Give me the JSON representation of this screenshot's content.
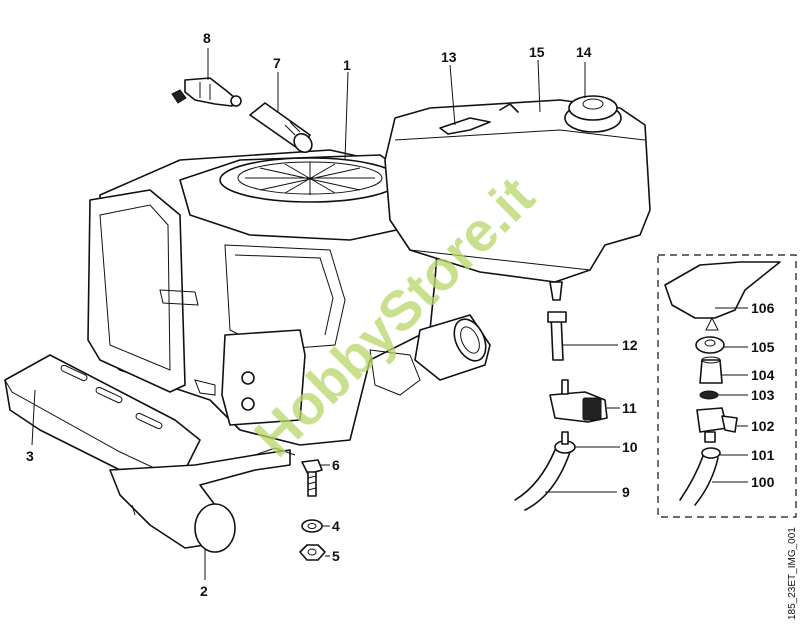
{
  "callouts": {
    "c1": "1",
    "c2": "2",
    "c3": "3",
    "c4": "4",
    "c5": "5",
    "c6": "6",
    "c7": "7",
    "c8": "8",
    "c9": "9",
    "c10": "10",
    "c11": "11",
    "c12": "12",
    "c13": "13",
    "c14": "14",
    "c15": "15",
    "c100": "100",
    "c101": "101",
    "c102": "102",
    "c103": "103",
    "c104": "104",
    "c105": "105",
    "c106": "106"
  },
  "watermark": "HobbyStore.it",
  "reference_code": "185_23ET_IMG_001",
  "colors": {
    "line": "#111111",
    "watermark": "#b8d86a",
    "background": "#ffffff"
  }
}
